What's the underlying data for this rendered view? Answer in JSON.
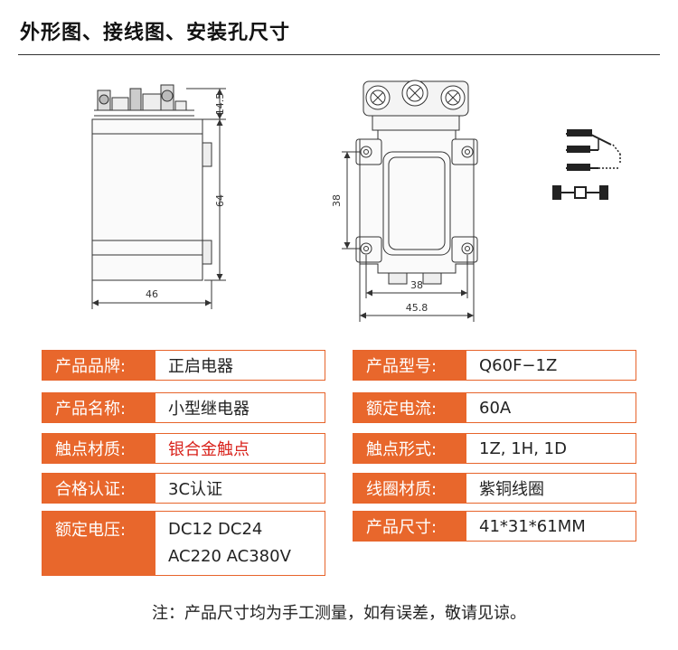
{
  "header": {
    "title": "外形图、接线图、安装孔尺寸"
  },
  "dimensions": {
    "height_top": "14.5",
    "height_body": "64",
    "width_side": "46",
    "hole_vertical": "38",
    "hole_horizontal": "38",
    "width_front": "45.8"
  },
  "specs_left": [
    {
      "label": "产品品牌:",
      "value": "正启电器"
    },
    {
      "label": "产品名称:",
      "value": "小型继电器"
    },
    {
      "label": "触点材质:",
      "value": "银合金触点",
      "color": "#d9231c"
    },
    {
      "label": "合格认证:",
      "value": "3C认证"
    },
    {
      "label": "额定电压:",
      "value_line1": "DC12 DC24",
      "value_line2": "AC220 AC380V"
    }
  ],
  "specs_right": [
    {
      "label": "产品型号:",
      "value": "Q60F−1Z"
    },
    {
      "label": "额定电流:",
      "value": "60A"
    },
    {
      "label": "触点形式:",
      "value": "1Z, 1H, 1D"
    },
    {
      "label": "线圈材质:",
      "value": "紫铜线圈"
    },
    {
      "label": "产品尺寸:",
      "value": "41*31*61MM"
    }
  ],
  "note": "注：产品尺寸均为手工测量，如有误差，敬请见谅。",
  "colors": {
    "accent": "#e8672c",
    "red_text": "#d9231c"
  }
}
